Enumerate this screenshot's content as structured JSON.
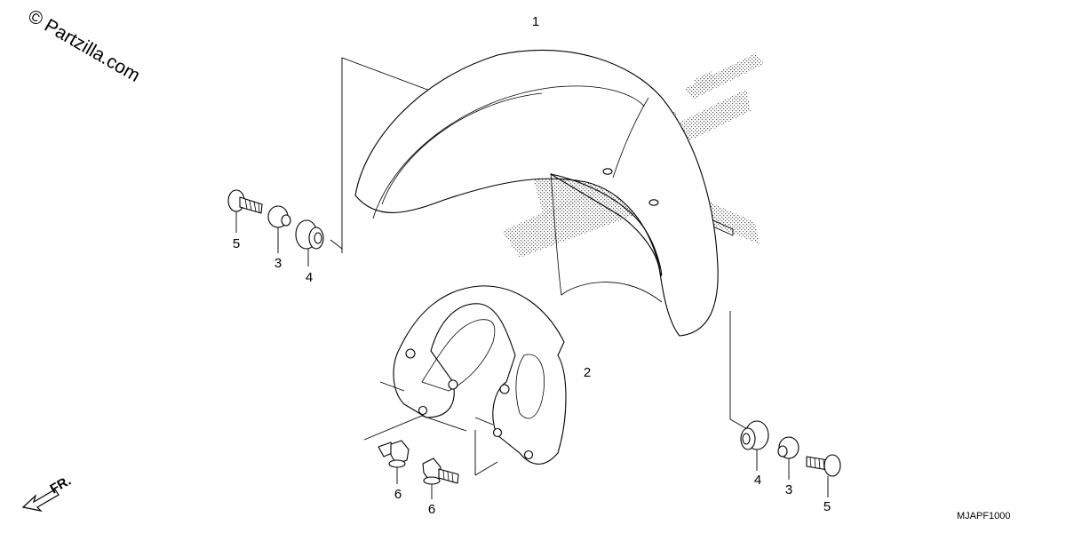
{
  "watermark": "© Partzilla.com",
  "diagram_code": "MJAPF1000",
  "direction_label": "FR.",
  "callouts": {
    "fender": "1",
    "stay": "2",
    "collar_left": "3",
    "grommet_left": "4",
    "bolt_left": "5",
    "bolt_stay_a": "6",
    "bolt_stay_b": "6",
    "grommet_right": "4",
    "collar_right": "3",
    "bolt_right": "5"
  }
}
